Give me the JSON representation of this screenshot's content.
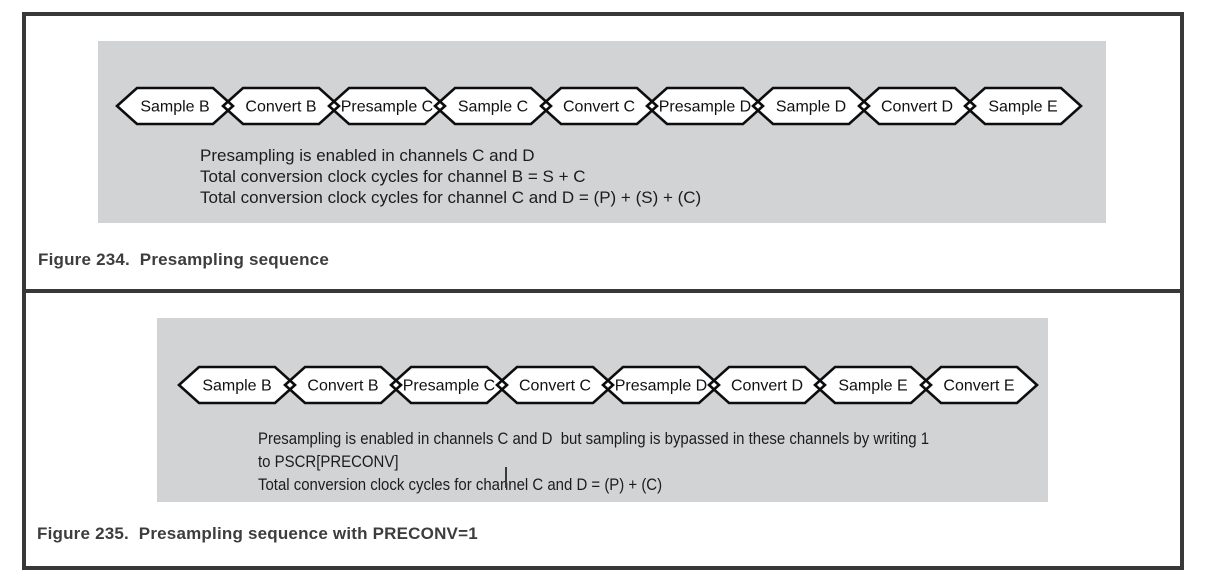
{
  "figures": [
    {
      "caption": "Figure 234.  Presampling sequence",
      "hexagons": [
        "Sample B",
        "Convert B",
        "Presample C",
        "Sample C",
        "Convert C",
        "Presample D",
        "Sample D",
        "Convert D",
        "Sample E"
      ],
      "notes": [
        "Presampling is enabled in channels C and D",
        "Total conversion clock cycles for channel B = S + C",
        "Total conversion clock cycles for channel C and D = (P) + (S) + (C)"
      ]
    },
    {
      "caption": "Figure 235.  Presampling sequence with PRECONV=1",
      "hexagons": [
        "Sample B",
        "Convert B",
        "Presample C",
        "Convert C",
        "Presample D",
        "Convert D",
        "Sample E",
        "Convert E"
      ],
      "notes": [
        "Presampling is enabled in channels C and D  but sampling is bypassed in these channels by writing 1",
        "to PSCR[PRECONV]",
        "Total conversion clock cycles for channel C and D = (P) + (C)"
      ]
    }
  ],
  "colors": {
    "panel_bg": "#d2d3d5",
    "hexagon_fill": "#ffffff",
    "hexagon_stroke": "#0d0d0d",
    "hexagon_label_color": "#111111",
    "box_border": "#383838",
    "caption_color": "#3d3d3d",
    "note_color": "#1c1c1c"
  }
}
